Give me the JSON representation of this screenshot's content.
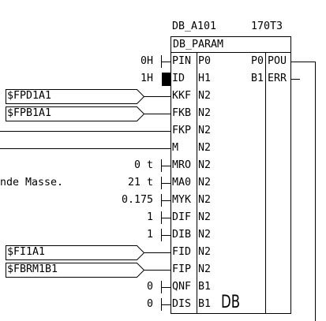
{
  "block": {
    "instance": "DB_A101",
    "sheet_ref": "170T3",
    "type": "DB_PARAM",
    "footer": "DB"
  },
  "inputs": [
    {
      "name": "PIN",
      "type": "P0",
      "value": "0H"
    },
    {
      "name": "ID",
      "type": "H1",
      "value": "1H",
      "marker": true
    },
    {
      "name": "KKF",
      "type": "N2",
      "signal": "$FPD1A1"
    },
    {
      "name": "FKB",
      "type": "N2",
      "signal": "$FPB1A1"
    },
    {
      "name": "FKP",
      "type": "N2"
    },
    {
      "name": "M",
      "type": "N2"
    },
    {
      "name": "MRO",
      "type": "N2",
      "value": "0 t"
    },
    {
      "name": "MA0",
      "type": "N2",
      "value": "21 t"
    },
    {
      "name": "MYK",
      "type": "N2",
      "value": "0.175"
    },
    {
      "name": "DIF",
      "type": "N2",
      "value": "1"
    },
    {
      "name": "DIB",
      "type": "N2",
      "value": "1"
    },
    {
      "name": "FID",
      "type": "N2",
      "signal": "$FI1A1"
    },
    {
      "name": "FIP",
      "type": "N2",
      "signal": "$FBRM1B1"
    },
    {
      "name": "QNF",
      "type": "B1",
      "value": "0"
    },
    {
      "name": "DIS",
      "type": "B1",
      "value": "0"
    }
  ],
  "outputs": [
    {
      "name": "POU",
      "type": "P0"
    },
    {
      "name": "ERR",
      "type": "B1"
    }
  ],
  "comments": {
    "mass_fragment": "nde Masse."
  }
}
